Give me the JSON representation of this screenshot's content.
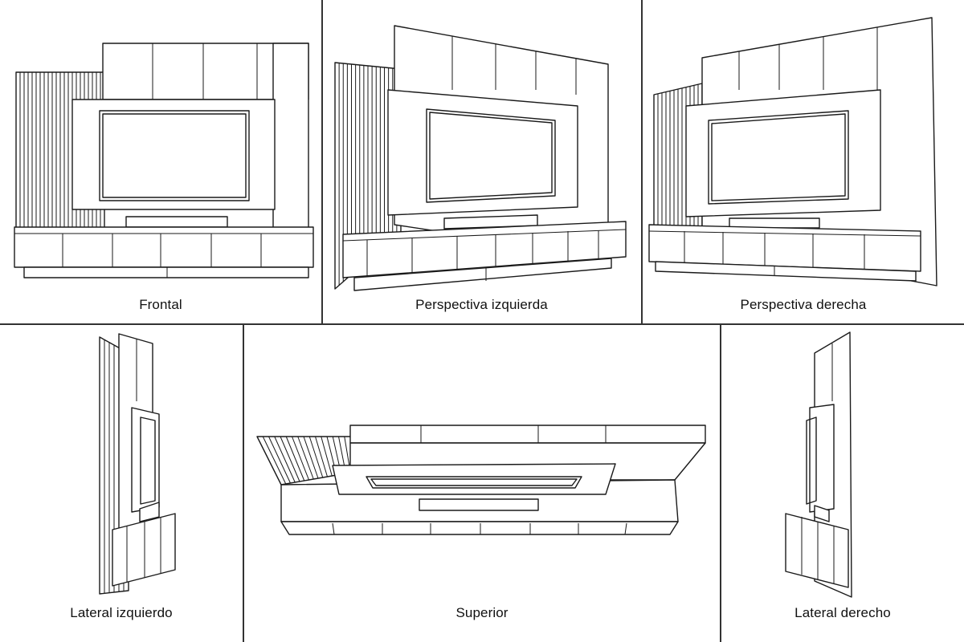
{
  "sheet": {
    "views": {
      "frontal": {
        "caption": "Frontal"
      },
      "perspectiva_izquierda": {
        "caption": "Perspectiva izquierda"
      },
      "perspectiva_derecha": {
        "caption": "Perspectiva derecha"
      },
      "lateral_izquierdo": {
        "caption": "Lateral izquierdo"
      },
      "superior": {
        "caption": "Superior"
      },
      "lateral_derecho": {
        "caption": "Lateral derecho"
      }
    },
    "colors": {
      "line": "#1a1a1a",
      "background": "#ffffff",
      "divider": "#333333"
    }
  }
}
